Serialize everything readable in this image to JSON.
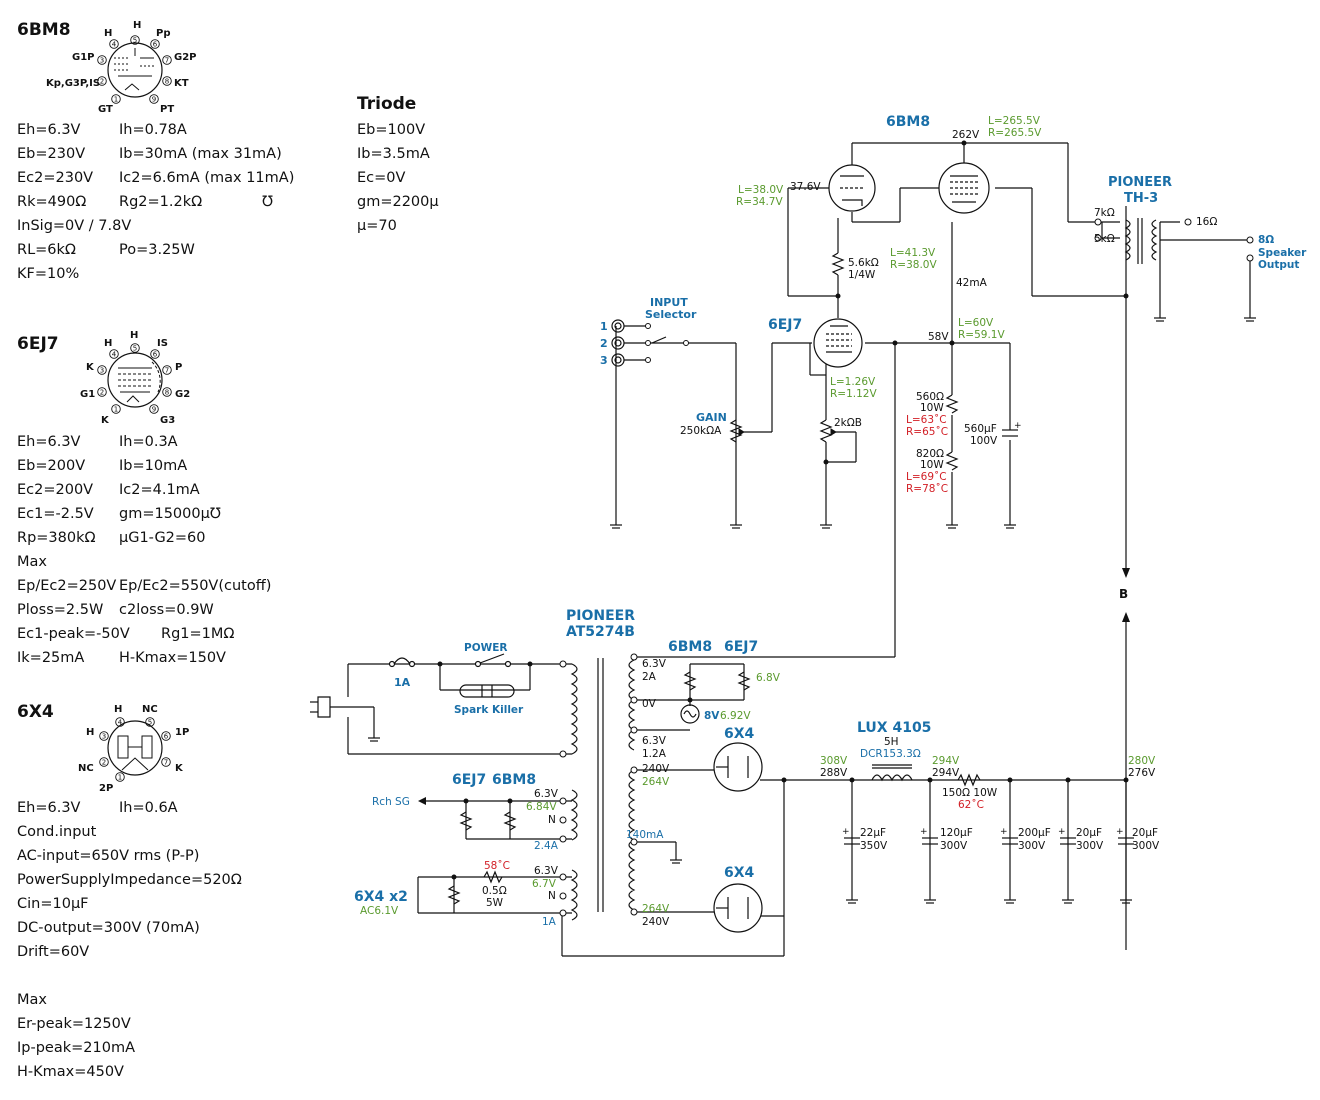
{
  "colors": {
    "blue": "#1a6fa8",
    "green": "#5a9a2e",
    "red": "#d21f26",
    "line": "#111111"
  },
  "tube_6bm8": {
    "name": "6BM8",
    "pins": [
      "H",
      "Pp",
      "G1P",
      "G2P",
      "Kp,G3P,IS",
      "KT",
      "GT",
      "PT"
    ],
    "specs": [
      "Eh=6.3V",
      "Ih=0.78A",
      "Eb=230V",
      "Ib=30mA (max 31mA)",
      "Ec2=230V",
      "Ic2=6.6mA (max 11mA)",
      "Rk=490Ω",
      "Rg2=1.2kΩ",
      "℧",
      "InSig=0V / 7.8V",
      "RL=6kΩ",
      "Po=3.25W",
      "KF=10%"
    ]
  },
  "triode": {
    "title": "Triode",
    "specs": [
      "Eb=100V",
      "Ib=3.5mA",
      "Ec=0V",
      "gm=2200μ",
      "μ=70"
    ]
  },
  "tube_6ej7": {
    "name": "6EJ7",
    "pins": [
      "H",
      "IS",
      "K",
      "P",
      "G1",
      "G2",
      "K",
      "G3"
    ],
    "specs": [
      "Eh=6.3V",
      "Ih=0.3A",
      "Eb=200V",
      "Ib=10mA",
      "Ec2=200V",
      "Ic2=4.1mA",
      "Ec1=-2.5V",
      "gm=15000μ℧",
      "Rp=380kΩ",
      "μG1-G2=60",
      "Max",
      "Ep/Ec2=250V",
      "Ep/Ec2=550V(cutoff)",
      "Ploss=2.5W",
      "c2loss=0.9W",
      "Ec1-peak=-50V",
      "Rg1=1MΩ",
      "Ik=25mA",
      "H-Kmax=150V"
    ]
  },
  "tube_6x4": {
    "name": "6X4",
    "pins": [
      "H",
      "NC",
      "H",
      "1P",
      "NC",
      "K",
      "2P"
    ],
    "specs": [
      "Eh=6.3V",
      "Ih=0.6A",
      "Cond.input",
      "AC-input=650V rms (P-P)",
      "PowerSupplyImpedance=520Ω",
      "Cin=10μF",
      "DC-output=300V (70mA)",
      "Drift=60V",
      "Max",
      "Er-peak=1250V",
      "Ip-peak=210mA",
      "H-Kmax=450V"
    ]
  },
  "schematic": {
    "labels": {
      "input_title": "INPUT",
      "input_sub": "Selector",
      "in1": "1",
      "in2": "2",
      "in3": "3",
      "gain": "GAIN",
      "gain_val": "250kΩA",
      "v1": "6EJ7",
      "v1_k_L": "L=1.26V",
      "v1_k_R": "R=1.12V",
      "rk1": "2kΩB",
      "v1_plate": "58V",
      "v1_plate_L": "L=60V",
      "v1_plate_R": "R=59.1V",
      "v2": "6BM8",
      "v2_grid_L": "L=38.0V",
      "v2_grid_R": "R=34.7V",
      "v2_grid_v": "37.6V",
      "v2_pentode_plate": "262V",
      "v2_pentode_L": "L=265.5V",
      "v2_pentode_R": "R=265.5V",
      "rp2": "5.6kΩ",
      "rp2_w": "1/4W",
      "v2_k_L": "L=41.3V",
      "v2_k_R": "R=38.0V",
      "current_42": "42mA",
      "rk560": "560Ω",
      "rk560_w": "10W",
      "rk560_tL": "L=63˚C",
      "rk560_tR": "R=65˚C",
      "rk820": "820Ω",
      "rk820_w": "10W",
      "rk820_tL": "L=69˚C",
      "rk820_tR": "R=78˚C",
      "ck": "560μF",
      "ck_v": "100V",
      "ot_brand": "PIONEER",
      "ot_model": "TH-3",
      "ot_7k": "7kΩ",
      "ot_5k": "5kΩ",
      "ot_16": "16Ω",
      "ot_8": "8Ω",
      "speaker": "Speaker",
      "output": "Output",
      "b_node": "B",
      "pt_brand": "PIONEER",
      "pt_model": "AT5274B",
      "fuse": "1A",
      "power": "POWER",
      "spark": "Spark Killer",
      "h1_a": "6BM8",
      "h1_b": "6EJ7",
      "h1_v": "6.3V",
      "h1_i": "2A",
      "h1_meas": "6.8V",
      "zero_v": "0V",
      "lamp": "8V",
      "lamp_meas": "6.92V",
      "h2_v": "6.3V",
      "h2_i": "1.2A",
      "r1_a": "240V",
      "r1_meas": "264V",
      "rect1": "6X4",
      "rect2": "6X4",
      "r2_a": "240V",
      "r2_meas": "264V",
      "ct_i": "140mA",
      "h3_a": "6EJ7",
      "h3_b": "6BM8",
      "rch": "Rch SG",
      "h3_v": "6.3V",
      "h3_meas": "6.84V",
      "h3_n": "N",
      "h3_i": "2.4A",
      "h4_temp": "58˚C",
      "h4_r": "0.5Ω",
      "h4_w": "5W",
      "h4_v": "6.3V",
      "h4_meas": "6.7V",
      "h4_n": "N",
      "h4_tubes": "6X4 x2",
      "h4_ac": "AC6.1V",
      "h4_i": "1A",
      "c1_meas": "308V",
      "c1_v": "288V",
      "choke_brand": "LUX 4105",
      "choke_h": "5H",
      "choke_dcr": "DCR153.3Ω",
      "c2_meas": "294V",
      "c2_v": "294V",
      "rdrop": "150Ω 10W",
      "rdrop_t": "62˚C",
      "c3_meas": "280V",
      "c3_v": "276V",
      "cap1": "22μF",
      "cap1_v": "350V",
      "cap2": "120μF",
      "cap2_v": "300V",
      "cap3": "200μF",
      "cap3_v": "300V",
      "cap4": "20μF",
      "cap4_v": "300V",
      "cap5": "20μF",
      "cap5_v": "300V"
    }
  }
}
